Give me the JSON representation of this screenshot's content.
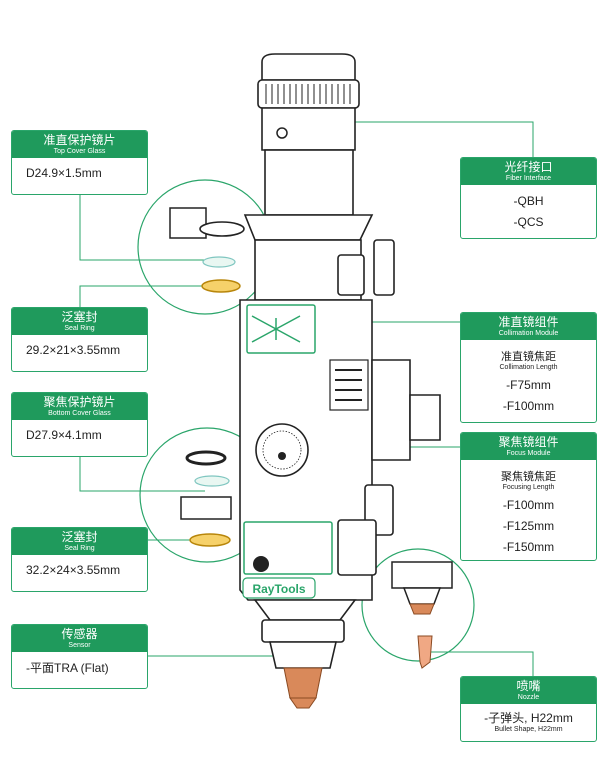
{
  "callouts": {
    "top_cover_glass": {
      "cn": "准直保护镜片",
      "en": "Top Cover Glass",
      "spec": "D24.9×1.5mm"
    },
    "seal_ring_1": {
      "cn": "泛塞封",
      "en": "Seal Ring",
      "spec": "29.2×21×3.55mm"
    },
    "bottom_cover_glass": {
      "cn": "聚焦保护镜片",
      "en": "Bottom Cover Glass",
      "spec": "D27.9×4.1mm"
    },
    "seal_ring_2": {
      "cn": "泛塞封",
      "en": "Seal Ring",
      "spec": "32.2×24×3.55mm"
    },
    "sensor": {
      "cn": "传感器",
      "en": "Sensor",
      "spec": "-平面TRA (Flat)"
    },
    "fiber_interface": {
      "cn": "光纤接口",
      "en": "Fiber Interface",
      "items": [
        "-QBH",
        "-QCS"
      ]
    },
    "collimation_module": {
      "cn": "准直镜组件",
      "en": "Collimation Module",
      "sub_cn": "准直镜焦距",
      "sub_en": "Collimation Length",
      "items": [
        "-F75mm",
        "-F100mm"
      ]
    },
    "focus_module": {
      "cn": "聚焦镜组件",
      "en": "Focus Module",
      "sub_cn": "聚焦镜焦距",
      "sub_en": "Focusing Length",
      "items": [
        "-F100mm",
        "-F125mm",
        "-F150mm"
      ]
    },
    "nozzle": {
      "cn": "喷嘴",
      "en": "Nozzle",
      "spec_cn": "-子弹头, H22mm",
      "spec_en": "Bullet Shape, H22mm"
    }
  },
  "brand_logo": "RayTools",
  "colors": {
    "accent": "#1f9a5c",
    "line": "#2aa56a",
    "gold": "#d9a520",
    "copper": "#d9895a",
    "outline": "#222222"
  }
}
